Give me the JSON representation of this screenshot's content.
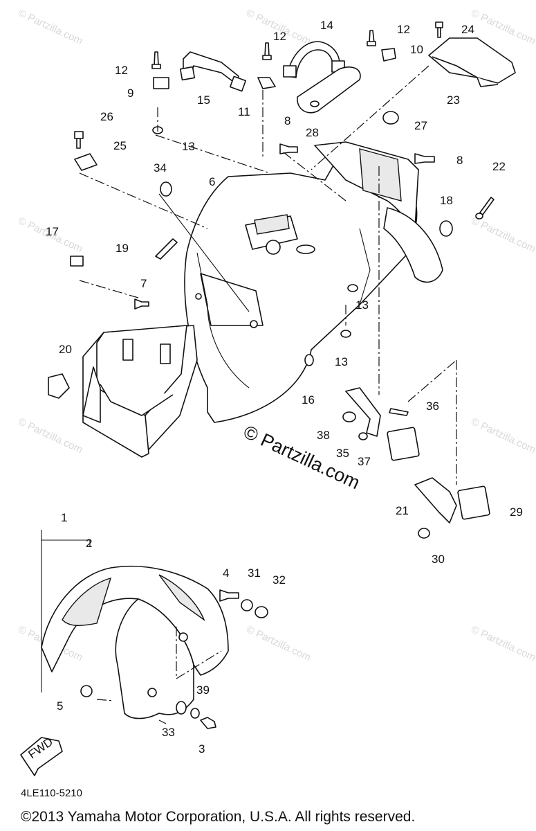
{
  "diagram": {
    "watermark_main": "© Partzilla.com",
    "watermark_small": "© Partzilla.com",
    "callouts": {
      "c1": "1",
      "c2": "2",
      "c3": "3",
      "c4": "4",
      "c5": "5",
      "c6": "6",
      "c7": "7",
      "c8a": "8",
      "c8b": "8",
      "c9": "9",
      "c10": "10",
      "c11": "11",
      "c12a": "12",
      "c12b": "12",
      "c12c": "12",
      "c13a": "13",
      "c13b": "13",
      "c13c": "13",
      "c14": "14",
      "c15": "15",
      "c16": "16",
      "c17": "17",
      "c18": "18",
      "c19": "19",
      "c20": "20",
      "c21": "21",
      "c22": "22",
      "c23": "23",
      "c24": "24",
      "c25": "25",
      "c26": "26",
      "c27": "27",
      "c28": "28",
      "c29": "29",
      "c30": "30",
      "c31": "31",
      "c32": "32",
      "c33": "33",
      "c34": "34",
      "c35": "35",
      "c36": "36",
      "c37": "37",
      "c38": "38",
      "c39": "39"
    },
    "fwd_label": "FWD",
    "diagram_code": "4LE110-5210",
    "copyright": "©2013  Yamaha Motor Corporation, U.S.A. All rights reserved."
  }
}
